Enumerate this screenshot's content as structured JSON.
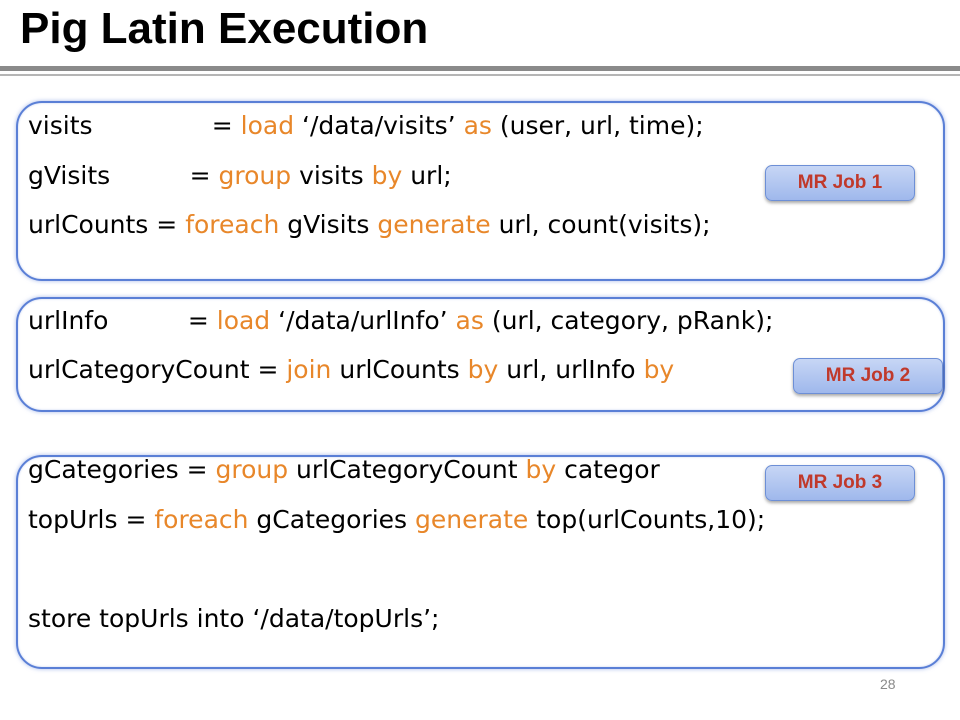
{
  "title": "Pig Latin Execution",
  "colors": {
    "keyword": "#e8872a",
    "text": "#000000",
    "badge_text": "#c0392b",
    "box_border": "#5a7fd6"
  },
  "code_lines": [
    [
      {
        "t": "visits               = ",
        "k": false
      },
      {
        "t": "load",
        "k": true
      },
      {
        "t": " ‘/data/visits’ ",
        "k": false
      },
      {
        "t": "as",
        "k": true
      },
      {
        "t": " (user, url, time);",
        "k": false
      }
    ],
    [
      {
        "t": "gVisits          = ",
        "k": false
      },
      {
        "t": "group",
        "k": true
      },
      {
        "t": " visits ",
        "k": false
      },
      {
        "t": "by",
        "k": true
      },
      {
        "t": " url;",
        "k": false
      }
    ],
    [
      {
        "t": "urlCounts = ",
        "k": false
      },
      {
        "t": "foreach",
        "k": true
      },
      {
        "t": " gVisits ",
        "k": false
      },
      {
        "t": "generate",
        "k": true
      },
      {
        "t": " url, count(visits);",
        "k": false
      }
    ],
    [
      {
        "t": "urlInfo          = ",
        "k": false
      },
      {
        "t": "load",
        "k": true
      },
      {
        "t": " ‘/data/urlInfo’ ",
        "k": false
      },
      {
        "t": "as",
        "k": true
      },
      {
        "t": " (url, category, pRank);",
        "k": false
      }
    ],
    [
      {
        "t": "urlCategoryCount = ",
        "k": false
      },
      {
        "t": "join",
        "k": true
      },
      {
        "t": " urlCounts ",
        "k": false
      },
      {
        "t": "by",
        "k": true
      },
      {
        "t": " url, urlInfo ",
        "k": false
      },
      {
        "t": "by",
        "k": true
      }
    ],
    [
      {
        "t": "gCategories = ",
        "k": false
      },
      {
        "t": "group",
        "k": true
      },
      {
        "t": " urlCategoryCount ",
        "k": false
      },
      {
        "t": "by",
        "k": true
      },
      {
        "t": " categor",
        "k": false
      }
    ],
    [
      {
        "t": "topUrls = ",
        "k": false
      },
      {
        "t": "foreach",
        "k": true
      },
      {
        "t": " gCategories ",
        "k": false
      },
      {
        "t": "generate",
        "k": true
      },
      {
        "t": " top(urlCounts,10);",
        "k": false
      }
    ],
    [
      {
        "t": "store topUrls into ‘/data/topUrls’;",
        "k": false
      }
    ]
  ],
  "mr_jobs": [
    "MR Job 1",
    "MR Job 2",
    "MR Job 3"
  ],
  "page_number": "28"
}
